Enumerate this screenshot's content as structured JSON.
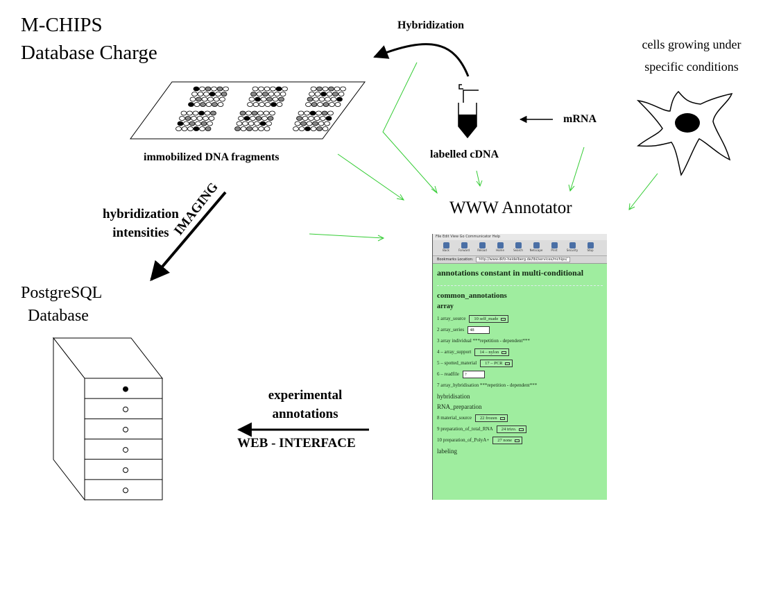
{
  "title": {
    "line1": "M-CHIPS",
    "line2": "Database Charge"
  },
  "labels": {
    "hybridization": "Hybridization",
    "cells_line1": "cells growing under",
    "cells_line2": "specific conditions",
    "mrna": "mRNA",
    "labelled_cdna": "labelled cDNA",
    "immobilized": "immobilized DNA fragments",
    "www_annotator": "WWW Annotator",
    "hyb_int_line1": "hybridization",
    "hyb_int_line2": "intensities",
    "imaging": "IMAGING",
    "postgres_line1": "PostgreSQL",
    "postgres_line2": "Database",
    "exp_line1": "experimental",
    "exp_line2": "annotations",
    "web_interface": "WEB - INTERFACE"
  },
  "colors": {
    "arrow_black": "#000000",
    "arrow_green": "#33cc33",
    "annotator_bg": "#9fed9f"
  },
  "annotator": {
    "menu": "File  Edit  View  Go  Communicator  Help",
    "toolbar": [
      "Back",
      "Forward",
      "Reload",
      "Home",
      "Search",
      "Netscape",
      "Print",
      "Security",
      "Stop"
    ],
    "location_label": "Bookmarks  Location:",
    "url": "http://www.dkfz-heidelberg.de/tbi/services/mchips/",
    "heading": "annotations constant in multi-conditional",
    "common": "common_annotations",
    "array": "array",
    "rows": [
      {
        "label": "1   array_source",
        "value": "10   self_made",
        "kind": "select"
      },
      {
        "label": "2   array_series",
        "value": "48",
        "kind": "input"
      },
      {
        "label": "3   array individual ***repetition - dependent***",
        "value": "",
        "kind": "text"
      },
      {
        "label": "4 – array_support",
        "value": "14 – nylon",
        "kind": "select"
      },
      {
        "label": "5 – spotted_material",
        "value": "17 – PCR",
        "kind": "select"
      },
      {
        "label": "6 – readfile",
        "value": "?",
        "kind": "input"
      },
      {
        "label": "7   array_hybridisation ***repetition - dependent***",
        "value": "",
        "kind": "text"
      }
    ],
    "hybridisation": "hybridisation",
    "rna_prep": "RNA_preparation",
    "rows2": [
      {
        "label": "8   material_source",
        "value": "22   frozen",
        "kind": "select"
      },
      {
        "label": "9   preparation_of_total_RNA",
        "value": "24   trizo.",
        "kind": "select"
      },
      {
        "label": "10   preparation_of_PolyA+",
        "value": "27   none",
        "kind": "select"
      }
    ],
    "labeling": "labeling"
  },
  "drawer_dots": [
    "filled",
    "open",
    "open",
    "open",
    "open",
    "open"
  ]
}
